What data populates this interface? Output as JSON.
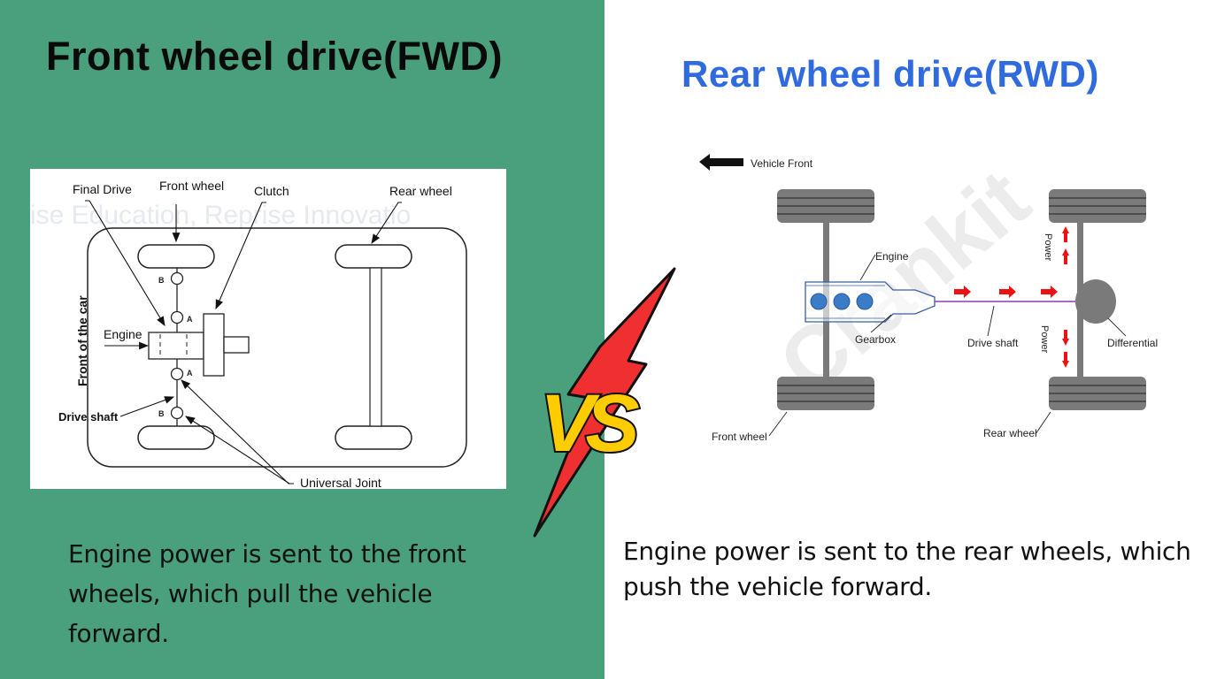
{
  "fwd": {
    "title": "Front wheel drive(FWD)",
    "description": "Engine power is sent to the front wheels, which pull the vehicle forward.",
    "diagram": {
      "watermark": "rise Education, Reprise Innovatio",
      "labels": {
        "final_drive": "Final Drive",
        "front_wheel": "Front wheel",
        "clutch": "Clutch",
        "rear_wheel": "Rear wheel",
        "front_of_car": "Front of the car",
        "engine": "Engine",
        "drive_shaft": "Drive shaft",
        "universal_joint": "Universal Joint",
        "joint_a": "A",
        "joint_b": "B"
      }
    }
  },
  "rwd": {
    "title": "Rear wheel drive(RWD)",
    "description": "Engine power is sent to the rear wheels, which push the vehicle forward.",
    "diagram": {
      "watermark": "Crankit",
      "labels": {
        "vehicle_front": "Vehicle Front",
        "engine": "Engine",
        "gearbox": "Gearbox",
        "drive_shaft": "Drive shaft",
        "differential": "Differential",
        "power": "Power",
        "front_wheel": "Front wheel",
        "rear_wheel": "Rear wheel"
      }
    }
  },
  "vs": {
    "text": "VS"
  },
  "colors": {
    "left_bg": "#4aa07c",
    "rwd_title": "#2f6bde",
    "power_arrow": "#ee1111",
    "wheel": "#7a7a7a",
    "engine_cylinder": "#3a7cc8",
    "vs_yellow": "#ffcc00",
    "bolt_red": "#f03030"
  }
}
